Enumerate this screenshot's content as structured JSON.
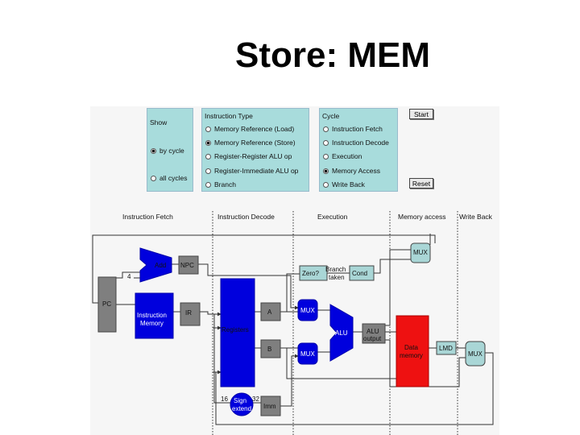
{
  "slide": {
    "title": "Store: MEM"
  },
  "show": {
    "header": "Show",
    "options": [
      {
        "label": "by cycle",
        "selected": true
      },
      {
        "label": "all cycles",
        "selected": false
      }
    ]
  },
  "instruction_type": {
    "header": "Instruction Type",
    "options": [
      {
        "label": "Memory Reference (Load)",
        "selected": false
      },
      {
        "label": "Memory Reference (Store)",
        "selected": true
      },
      {
        "label": "Register-Register ALU op",
        "selected": false
      },
      {
        "label": "Register-Immediate ALU op",
        "selected": false
      },
      {
        "label": "Branch",
        "selected": false
      }
    ]
  },
  "cycle": {
    "header": "Cycle",
    "options": [
      {
        "label": "Instruction Fetch",
        "selected": false
      },
      {
        "label": "Instruction Decode",
        "selected": false
      },
      {
        "label": "Execution",
        "selected": false
      },
      {
        "label": "Memory Access",
        "selected": true
      },
      {
        "label": "Write Back",
        "selected": false
      }
    ]
  },
  "buttons": {
    "start": "Start",
    "reset": "Reset"
  },
  "stages": [
    "Instruction Fetch",
    "Instruction Decode",
    "Execution",
    "Memory access",
    "Write Back"
  ],
  "blocks": {
    "pc": "PC",
    "add": "Add",
    "npc": "NPC",
    "const_4": "4",
    "instruction_memory_1": "Instruction",
    "instruction_memory_2": "Memory",
    "ir": "IR",
    "registers": "Registers",
    "a": "A",
    "b": "B",
    "zero": "Zero?",
    "branch_taken_1": "Branch",
    "branch_taken_2": "taken",
    "cond": "Cond",
    "mux_a": "MUX",
    "mux_b": "MUX",
    "alu": "ALU",
    "alu_output_1": "ALU",
    "alu_output_2": "output",
    "mux_top": "MUX",
    "data_memory_1": "Data",
    "data_memory_2": "memory",
    "lmd": "LMD",
    "mux_wb": "MUX",
    "imm_16": "16",
    "sign_extend_1": "Sign",
    "sign_extend_2": "extend",
    "imm_32": "32",
    "imm": "Imm"
  },
  "colors": {
    "active": "#0000dd",
    "idle": "#7f7f7f",
    "data_memory": "#ee1111",
    "mux_idle": "#a9d6d6",
    "line": "#333333"
  }
}
